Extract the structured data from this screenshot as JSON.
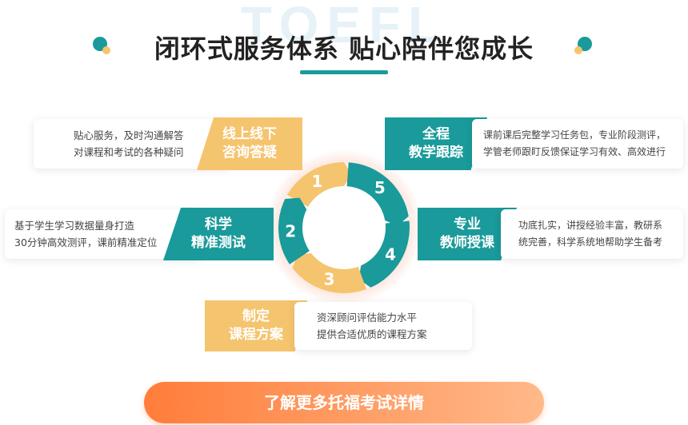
{
  "watermark": "TOEFL",
  "header": {
    "title": "闭环式服务体系  贴心陪伴您成长"
  },
  "colors": {
    "teal": "#1a9a9a",
    "yellow": "#f5c46e",
    "orange": "#ff7d3a"
  },
  "steps": [
    {
      "number": "1",
      "label_lines": [
        "线上线下",
        "咨询答疑"
      ],
      "desc_lines": [
        "贴心服务，及时沟通解答",
        "对课程和考试的各种疑问"
      ]
    },
    {
      "number": "2",
      "label_lines": [
        "科学",
        "精准测试"
      ],
      "desc_lines": [
        "基于学生学习数据量身打造",
        "30分钟高效测评，课前精准定位"
      ]
    },
    {
      "number": "3",
      "label_lines": [
        "制定",
        "课程方案"
      ],
      "desc_lines": [
        "资深顾问评估能力水平",
        "提供合适优质的课程方案"
      ]
    },
    {
      "number": "4",
      "label_lines": [
        "专业",
        "教师授课"
      ],
      "desc_lines": [
        "功底扎实，讲授经验丰富，教研系",
        "统完善，科学系统地帮助学生备考"
      ]
    },
    {
      "number": "5",
      "label_lines": [
        "全程",
        "教学跟踪"
      ],
      "desc_lines": [
        "课前课后完整学习任务包，专业阶段测评，",
        "学管老师跟盯反馈保证学习有效、高效进行"
      ]
    }
  ],
  "cta": {
    "label": "了解更多托福考试详情"
  }
}
